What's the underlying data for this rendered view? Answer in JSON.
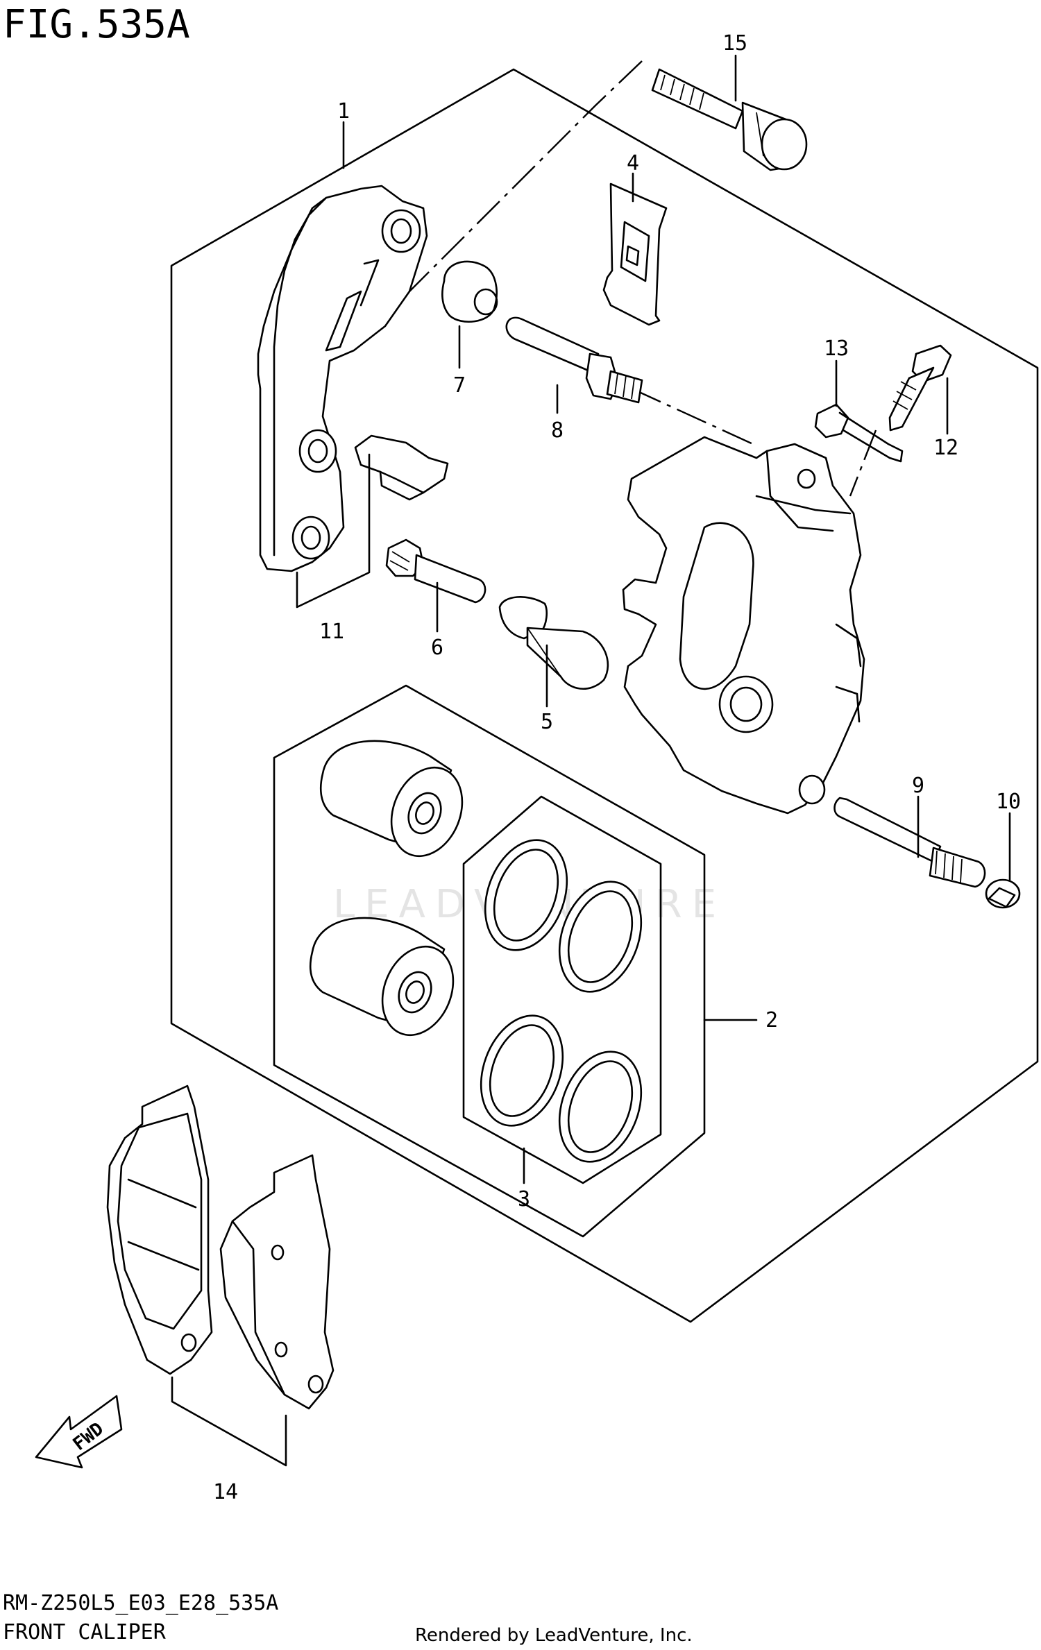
{
  "figure": {
    "title": "FIG.535A",
    "code": "RM-Z250L5_E03_E28_535A",
    "subtitle": "FRONT CALIPER",
    "credit": "Rendered by LeadVenture, Inc.",
    "watermark": "LEADVENTURE"
  },
  "callouts": [
    {
      "id": "1",
      "label": "1"
    },
    {
      "id": "2",
      "label": "2"
    },
    {
      "id": "3",
      "label": "3"
    },
    {
      "id": "4",
      "label": "4"
    },
    {
      "id": "5",
      "label": "5"
    },
    {
      "id": "6",
      "label": "6"
    },
    {
      "id": "7",
      "label": "7"
    },
    {
      "id": "8",
      "label": "8"
    },
    {
      "id": "9",
      "label": "9"
    },
    {
      "id": "10",
      "label": "10"
    },
    {
      "id": "11",
      "label": "11"
    },
    {
      "id": "12",
      "label": "12"
    },
    {
      "id": "13",
      "label": "13"
    },
    {
      "id": "14",
      "label": "14"
    },
    {
      "id": "15",
      "label": "15"
    }
  ],
  "fwd_arrow": {
    "label": "FWD"
  },
  "colors": {
    "line": "#000000",
    "background": "#ffffff",
    "watermark": "#e4e4e4"
  }
}
